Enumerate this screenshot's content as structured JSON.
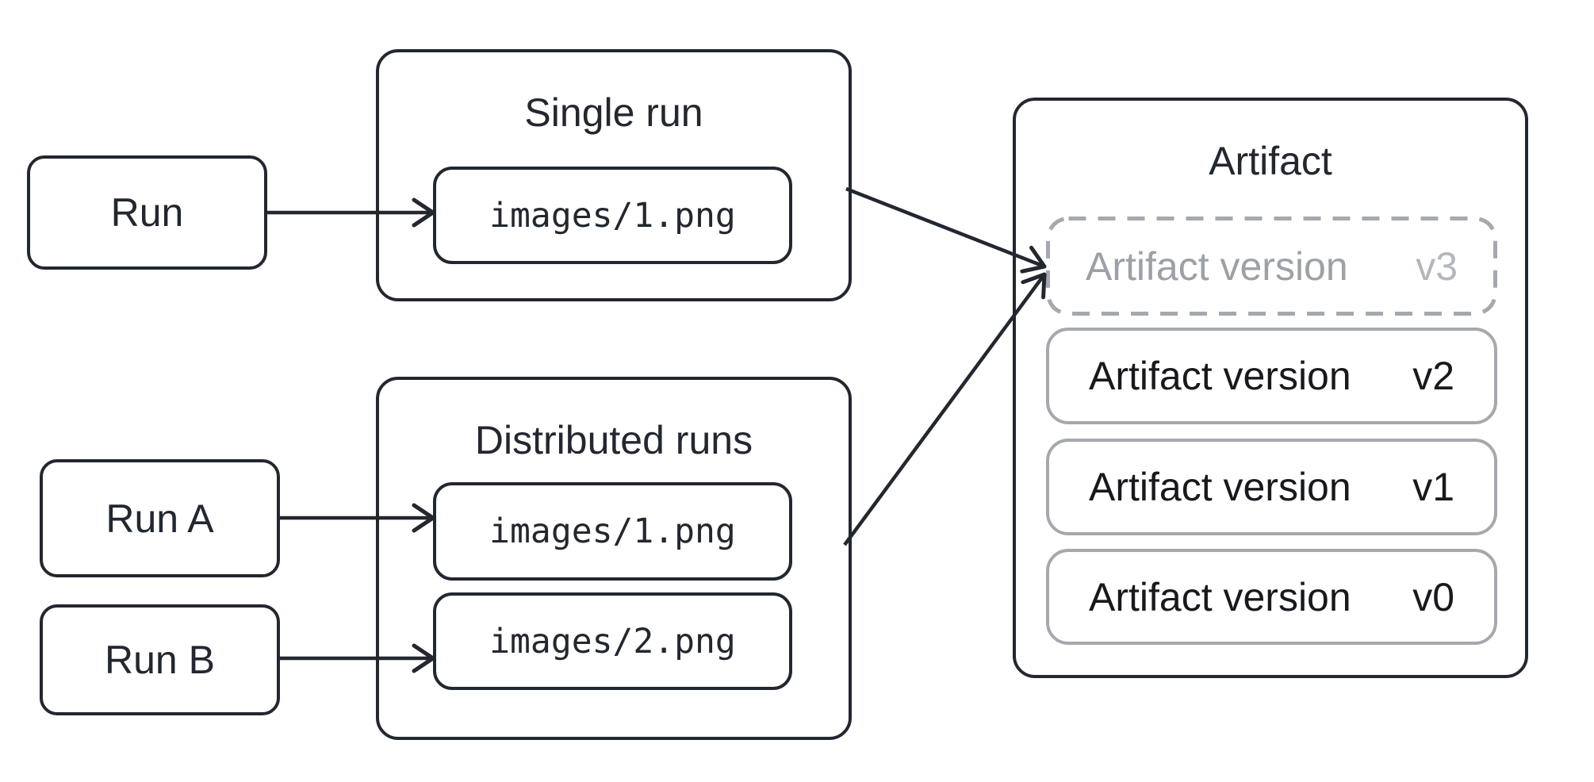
{
  "colors": {
    "background": "#ffffff",
    "outline_dark": "#23272f",
    "outline_gray": "#a5a8ad",
    "text_dark": "#17191d",
    "text_gray": "#9ca1a7",
    "text_gray_light": "#b3b7bd"
  },
  "groups": {
    "single_run": {
      "title": "Single run"
    },
    "distributed_runs": {
      "title": "Distributed runs"
    },
    "artifact": {
      "title": "Artifact"
    }
  },
  "nodes": {
    "run": {
      "label": "Run"
    },
    "run_a": {
      "label": "Run A"
    },
    "run_b": {
      "label": "Run B"
    },
    "single_file_1": {
      "label": "images/1.png"
    },
    "dist_file_1": {
      "label": "images/1.png"
    },
    "dist_file_2": {
      "label": "images/2.png"
    }
  },
  "artifact_versions": [
    {
      "label": "Artifact version",
      "value": "v3",
      "dashed": true
    },
    {
      "label": "Artifact version",
      "value": "v2",
      "dashed": false
    },
    {
      "label": "Artifact version",
      "value": "v1",
      "dashed": false
    },
    {
      "label": "Artifact version",
      "value": "v0",
      "dashed": false
    }
  ],
  "connections": [
    {
      "from": "Run",
      "to": "images/1.png (Single run)"
    },
    {
      "from": "Run A",
      "to": "images/1.png (Distributed runs)"
    },
    {
      "from": "Run B",
      "to": "images/2.png (Distributed runs)"
    },
    {
      "from": "Single run",
      "to": "Artifact version v3"
    },
    {
      "from": "Distributed runs",
      "to": "Artifact version v3"
    }
  ]
}
